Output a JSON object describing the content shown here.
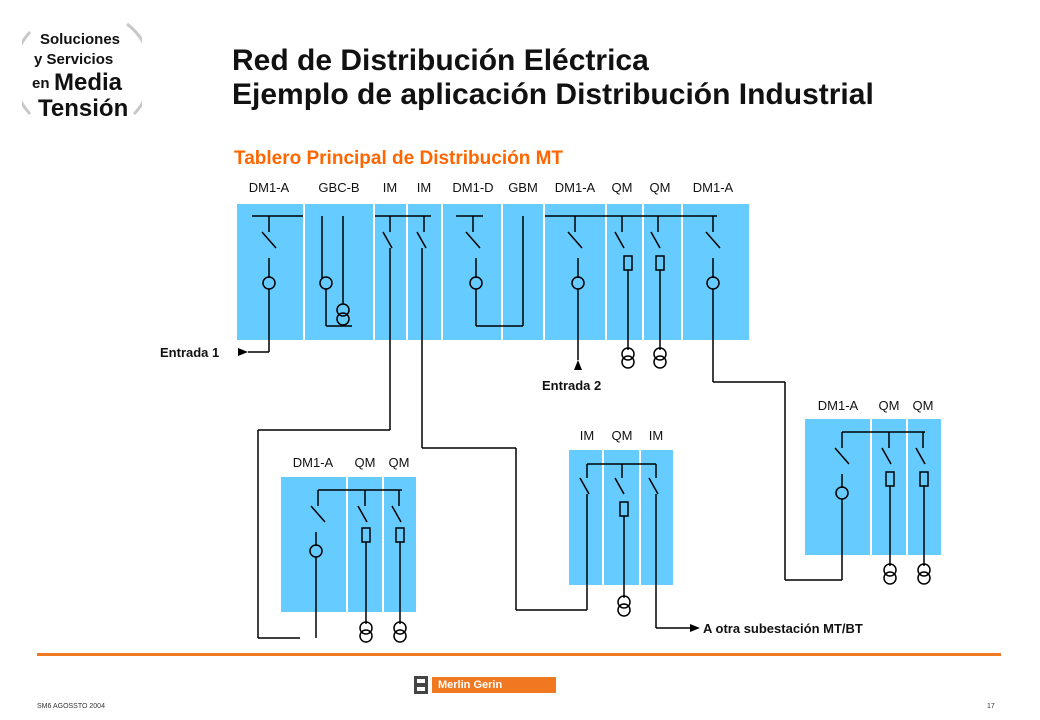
{
  "logo": {
    "line1": "Soluciones",
    "line2": "y Servicios",
    "line3a": "en",
    "line3b": "Media",
    "line4": "Tensión",
    "icon": "logo-arcs"
  },
  "title": {
    "line1": "Red de Distribución Eléctrica",
    "line2": "Ejemplo de aplicación Distribución Industrial"
  },
  "subtitle": "Tablero Principal de Distribución MT",
  "main_panel": {
    "labels": [
      "DM1-A",
      "GBC-B",
      "IM",
      "IM",
      "DM1-D",
      "GBM",
      "DM1-A",
      "QM",
      "QM",
      "DM1-A"
    ]
  },
  "panel_left": {
    "labels": [
      "DM1-A",
      "QM",
      "QM"
    ]
  },
  "panel_mid": {
    "labels": [
      "IM",
      "QM",
      "IM"
    ]
  },
  "panel_right": {
    "labels": [
      "DM1-A",
      "QM",
      "QM"
    ]
  },
  "annotations": {
    "entrada1": "Entrada 1",
    "entrada2": "Entrada 2",
    "otra": "A otra subestación MT/BT"
  },
  "footer": {
    "left": "SM6 AGOSSTO 2004",
    "page": "17",
    "brand": "Merlin Gerin",
    "brand_icon": "merlin-gerin-mark"
  },
  "colors": {
    "panel": "#66ccff",
    "accent": "#ff6600",
    "rule": "#f07820",
    "text": "#111111"
  }
}
